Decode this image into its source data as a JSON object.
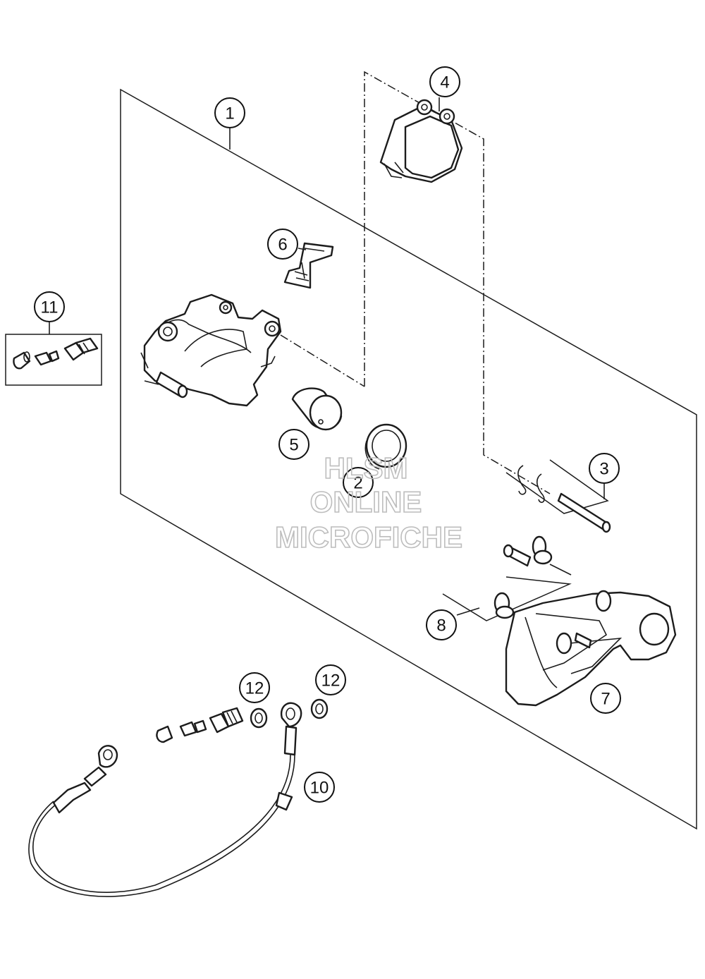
{
  "callouts": {
    "c1": "1",
    "c2": "2",
    "c3": "3",
    "c4": "4",
    "c5": "5",
    "c6": "6",
    "c7": "7",
    "c8": "8",
    "c10": "10",
    "c11": "11",
    "c12a": "12",
    "c12b": "12"
  },
  "watermark": {
    "line1": "HLSM",
    "line2": "ONLINE",
    "line3": "MICROFICHE"
  },
  "colors": {
    "line": "#1c1c1c",
    "watermark": "#bdbdbd"
  }
}
